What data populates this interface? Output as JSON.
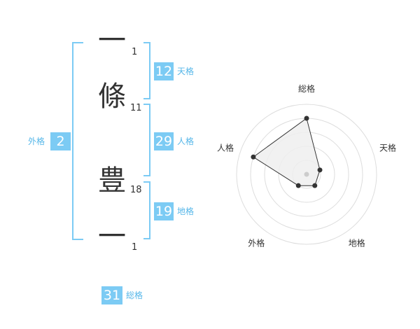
{
  "name": {
    "chars": [
      {
        "char": "一",
        "strokes": "1"
      },
      {
        "char": "條",
        "strokes": "11"
      },
      {
        "char": "豊",
        "strokes": "18"
      },
      {
        "char": "一",
        "strokes": "1"
      }
    ]
  },
  "fortune": {
    "tenkaku": {
      "value": "12",
      "label": "天格"
    },
    "jinkaku": {
      "value": "29",
      "label": "人格"
    },
    "chikaku": {
      "value": "19",
      "label": "地格"
    },
    "gaikaku": {
      "value": "2",
      "label": "外格"
    },
    "soukaku": {
      "value": "31",
      "label": "総格"
    }
  },
  "radar": {
    "axes": [
      "総格",
      "天格",
      "地格",
      "外格",
      "人格"
    ],
    "values": [
      4,
      1,
      1,
      1,
      4
    ],
    "max": 5,
    "rings": 5,
    "colors": {
      "ring": "#dddddd",
      "fill": "#eeeeee",
      "line": "#333333",
      "point": "#333333",
      "center": "#cccccc"
    }
  }
}
